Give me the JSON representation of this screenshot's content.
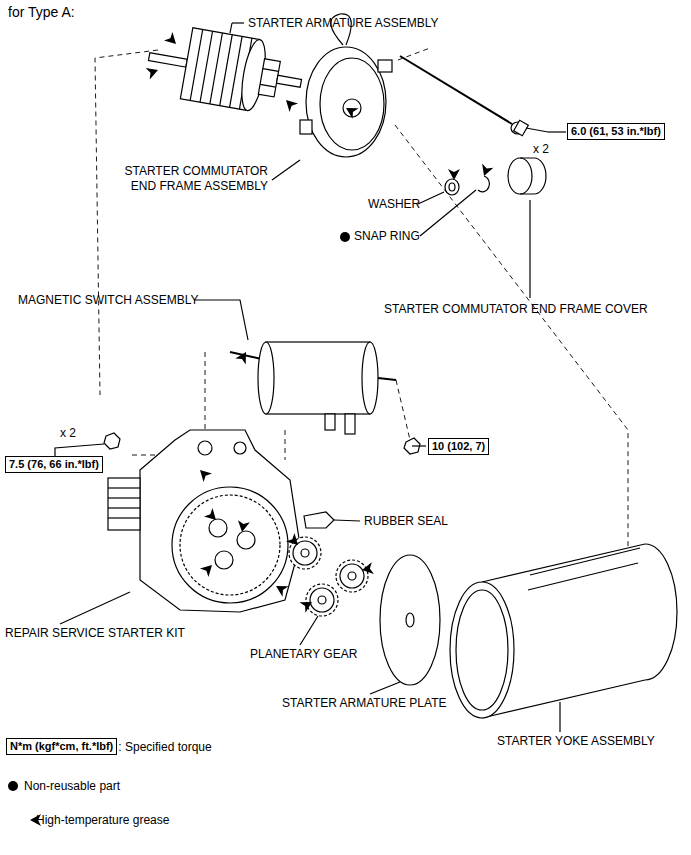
{
  "diagram": {
    "title": "for Type A:",
    "nodes": [
      {
        "text": [
          "6.0 (61, 53 in.*lbf)"
        ]
      },
      {
        "text": [
          "10 (102, 7)"
        ]
      },
      {
        "text": [
          "7.5 (76, 66 in.*lbf)"
        ]
      },
      {
        "text": [
          "N*m (kgf*cm, ft.*lbf)"
        ]
      }
    ],
    "labels": [
      "STARTER ARMATURE ASSEMBLY",
      "STARTER COMMUTATOR END FRAME ASSEMBLY",
      "WASHER",
      "SNAP RING",
      "x 2",
      "STARTER COMMUTATOR END FRAME COVER",
      "MAGNETIC SWITCH ASSEMBLY",
      "x 2",
      "RUBBER SEAL",
      "REPAIR SERVICE STARTER KIT",
      "PLANETARY GEAR",
      "STARTER ARMATURE PLATE",
      "STARTER YOKE ASSEMBLY"
    ],
    "legend": [
      {
        "text": ": Specified torque"
      },
      {
        "text": "Non-reusable part"
      },
      {
        "text": "High-temperature grease"
      }
    ]
  }
}
